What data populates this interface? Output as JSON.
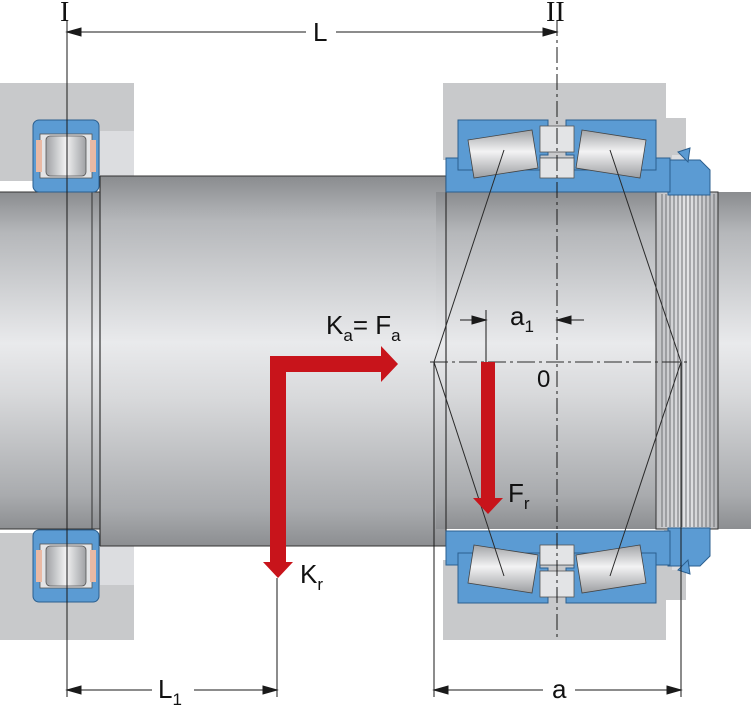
{
  "labels": {
    "plane_1": "I",
    "plane_2": "II",
    "distance_L": "L",
    "distance_L1_main": "L",
    "distance_L1_sub": "1",
    "distance_a": "a",
    "offset_a1_main": "a",
    "offset_a1_sub": "1",
    "origin": "0",
    "axial_load_main": "K",
    "axial_load_sub": "a",
    "axial_equals": "=",
    "axial_force_main": "F",
    "axial_force_sub": "a",
    "radial_force_main": "F",
    "radial_force_sub": "r",
    "radial_load_main": "K",
    "radial_load_sub": "r"
  },
  "colors": {
    "housing": "#c8c9cb",
    "housing_light": "#dcdde0",
    "shaft": "#c7c8ca",
    "bearing_blue": "#5b9bd3",
    "bearing_blue_dark": "#3f7fb8",
    "roller": "#d9dadc",
    "arrow_red": "#c8141b",
    "dim_line": "#1a1a1a"
  },
  "icons": {
    "left_bearing": "cylindrical-roller-bearing-icon",
    "right_bearing": "paired-tapered-roller-bearing-icon",
    "lock_nut": "lock-nut-icon"
  }
}
